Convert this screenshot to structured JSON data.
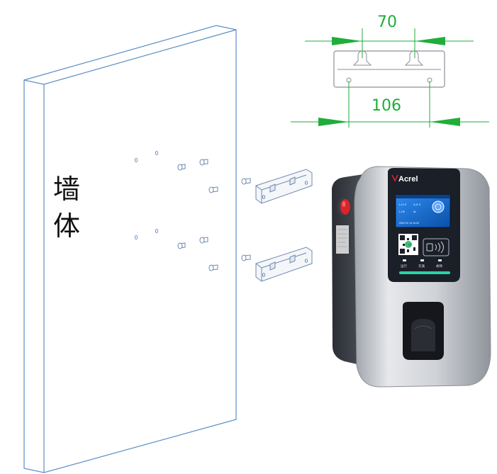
{
  "wall": {
    "label_line1": "墙",
    "label_line2": "体"
  },
  "bracket_drawing": {
    "dim_top": "70",
    "dim_bottom": "106"
  },
  "charger": {
    "brand": "Acrel",
    "screen_lines": [
      "L-H: 5",
      "A-H: 5",
      "L-H2",
      "AL",
      "2022 02 14 10:20"
    ],
    "indicators": [
      "运行",
      "充满",
      "故障"
    ]
  },
  "colors": {
    "dimension_green": "#1fae3a",
    "wall_outline": "#5b8fc7",
    "charger_body": "#c9ccd1",
    "charger_panel": "#1b1f28",
    "screen_blue": "#1a73d9",
    "status_strip": "#29d3a3",
    "emergency_button": "#d8242a"
  }
}
